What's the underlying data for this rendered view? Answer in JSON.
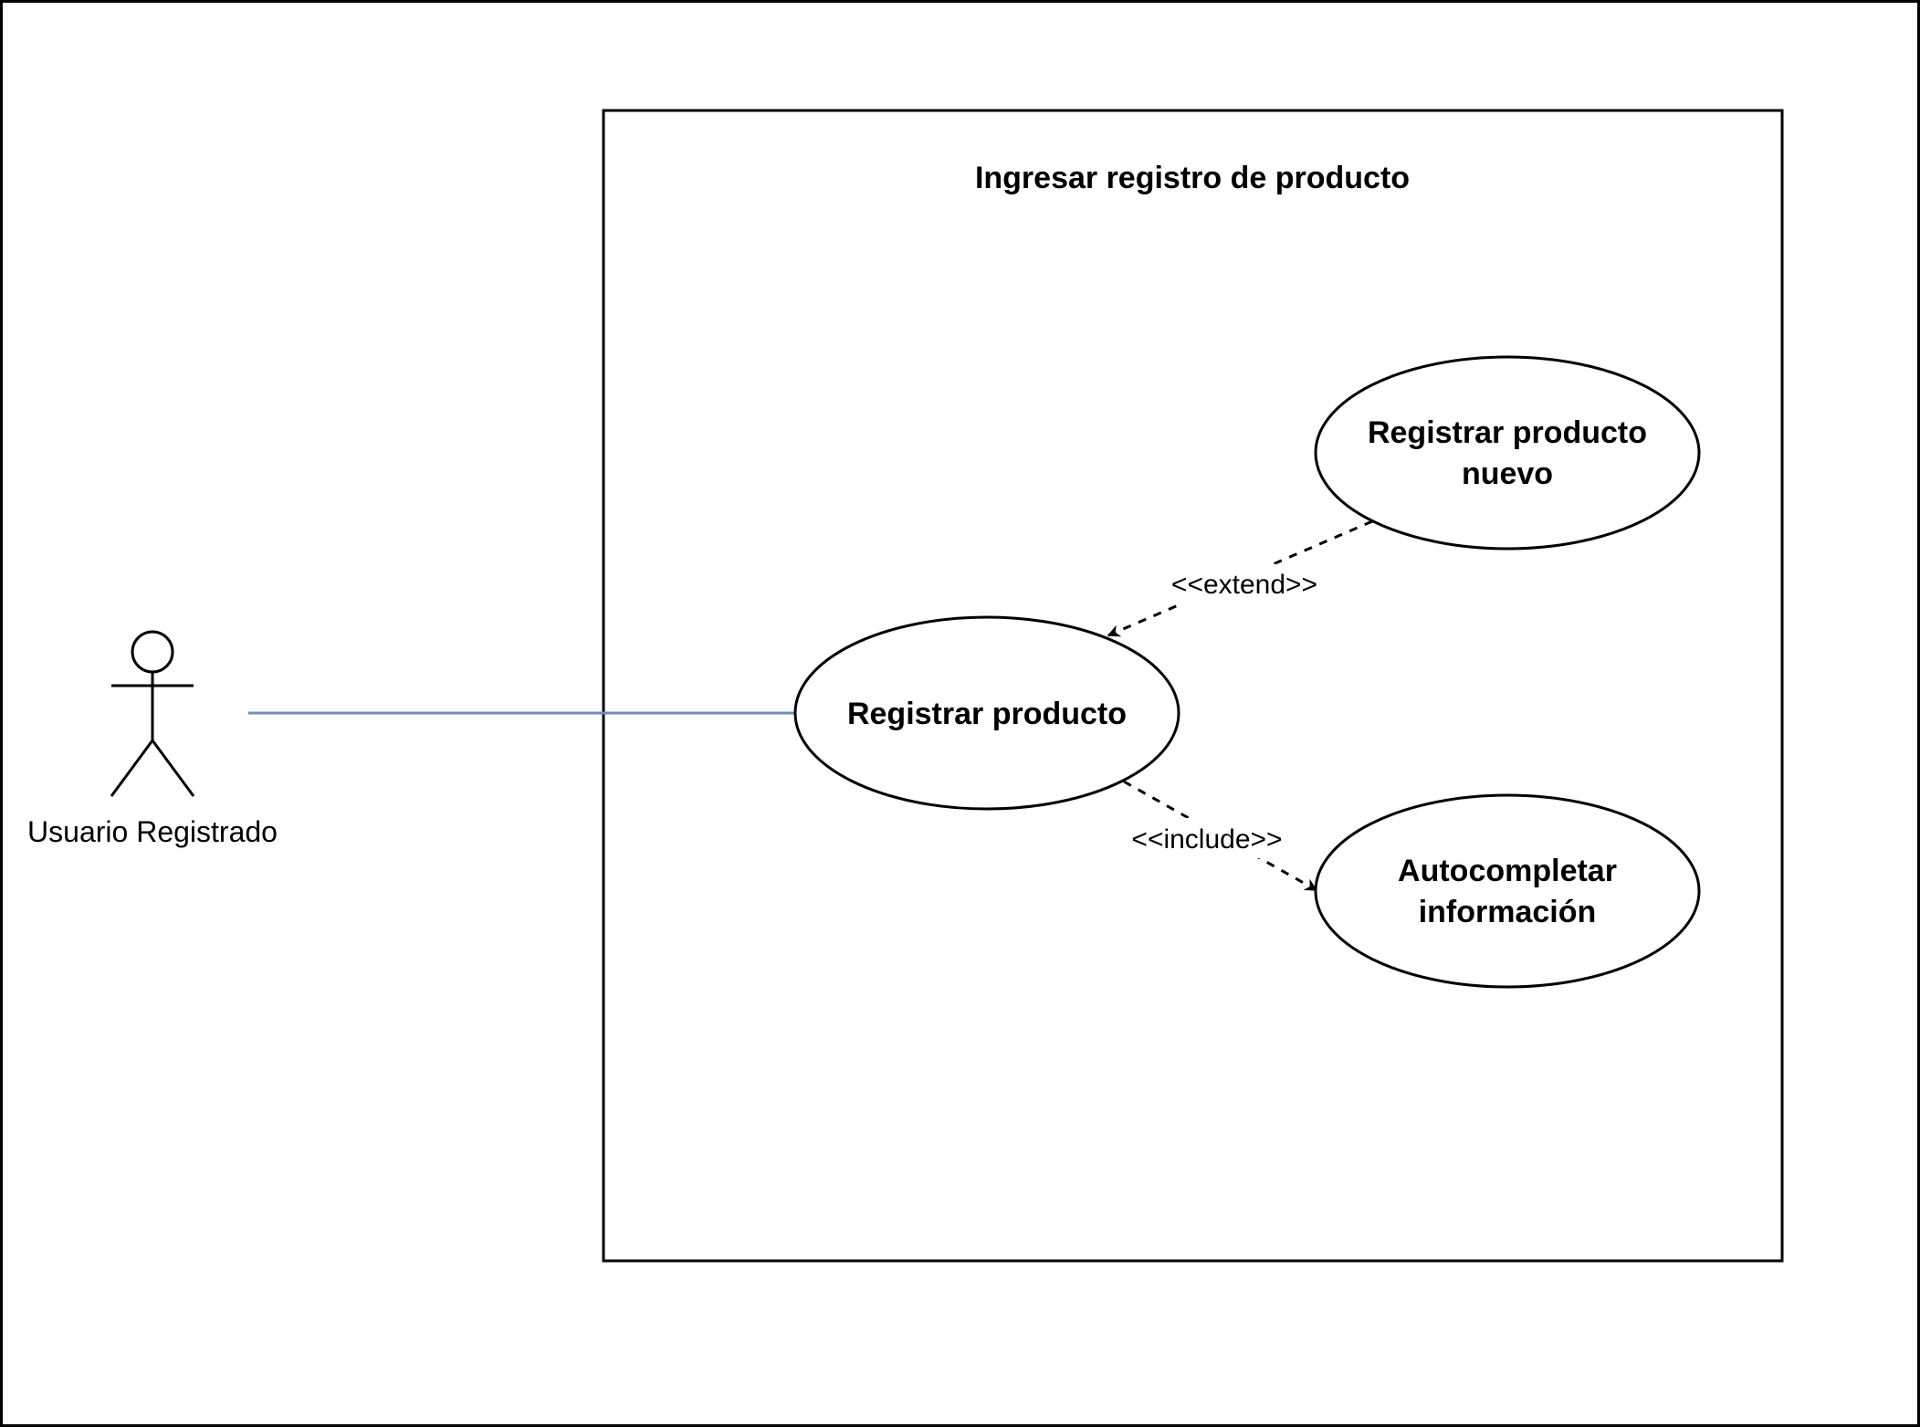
{
  "diagram": {
    "system_title": "Ingresar registro de producto",
    "actor": {
      "name": "Usuario Registrado"
    },
    "use_cases": {
      "registrar_producto": [
        "Registrar producto"
      ],
      "registrar_producto_nuevo": [
        "Registrar producto",
        "nuevo"
      ],
      "autocompletar": [
        "Autocompletar",
        "información"
      ]
    },
    "relations": {
      "extend_label": "<<extend>>",
      "include_label": "<<include>>"
    },
    "colors": {
      "association_line": "#6c8ebf",
      "stroke": "#000000"
    }
  }
}
